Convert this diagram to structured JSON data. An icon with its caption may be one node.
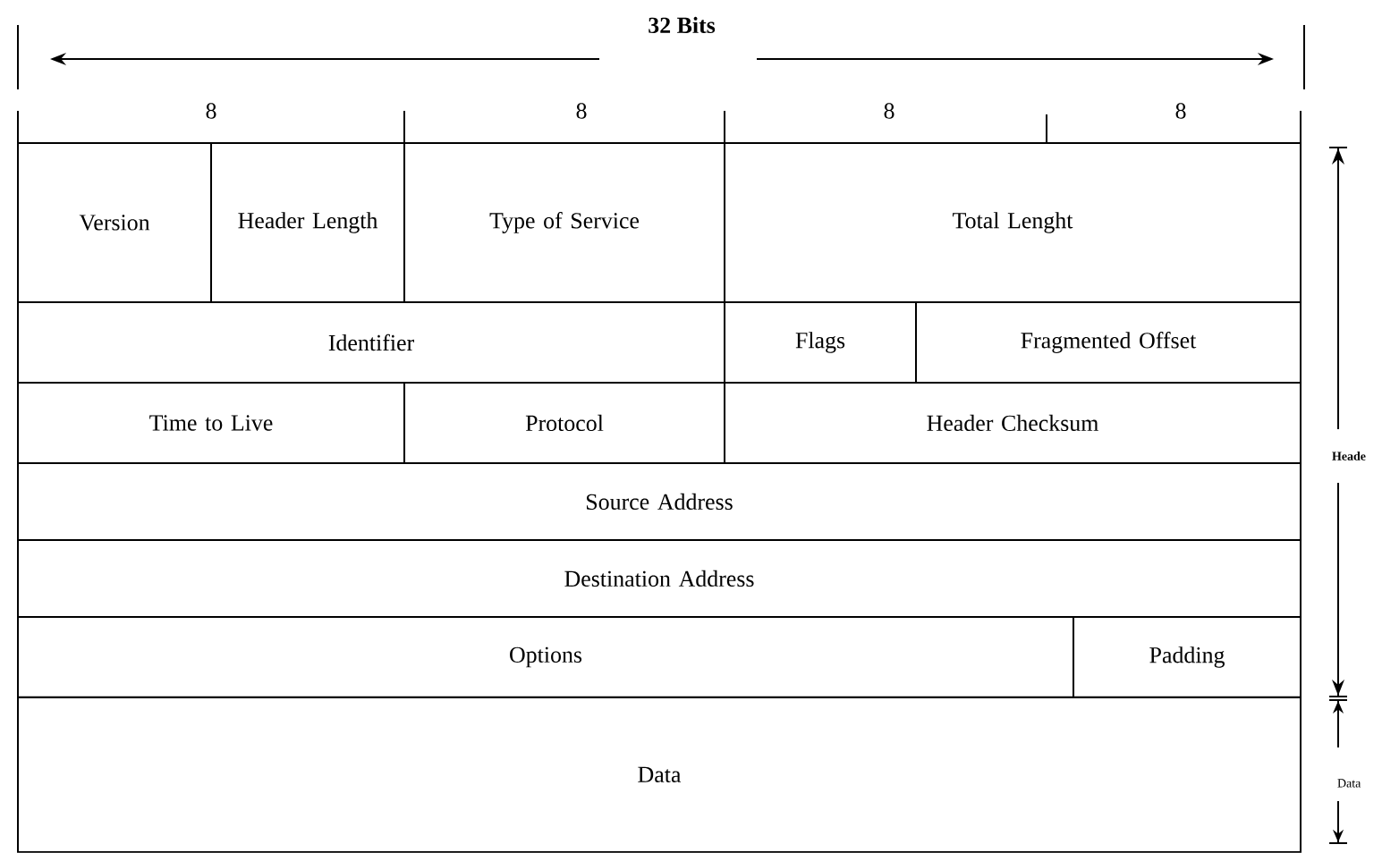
{
  "diagram": {
    "nodes": [
      {
        "text": [
          "Version"
        ]
      },
      {
        "text": [
          "Header Length"
        ]
      },
      {
        "text": [
          "Type of Service"
        ]
      },
      {
        "text": [
          "Total Lenght"
        ]
      },
      {
        "text": [
          "Identifier"
        ]
      },
      {
        "text": [
          "Flags"
        ]
      },
      {
        "text": [
          "Fragmented Offset"
        ]
      },
      {
        "text": [
          "Time to Live"
        ]
      },
      {
        "text": [
          "Protocol"
        ]
      },
      {
        "text": [
          "Header Checksum"
        ]
      },
      {
        "text": [
          "Source Address"
        ]
      },
      {
        "text": [
          "Destination Address"
        ]
      },
      {
        "text": [
          "Options"
        ]
      },
      {
        "text": [
          "Padding"
        ]
      },
      {
        "text": [
          "Data"
        ]
      }
    ],
    "labels": [
      "32 Bits",
      "8",
      "8",
      "8",
      "8",
      "Heade",
      "Data"
    ]
  }
}
